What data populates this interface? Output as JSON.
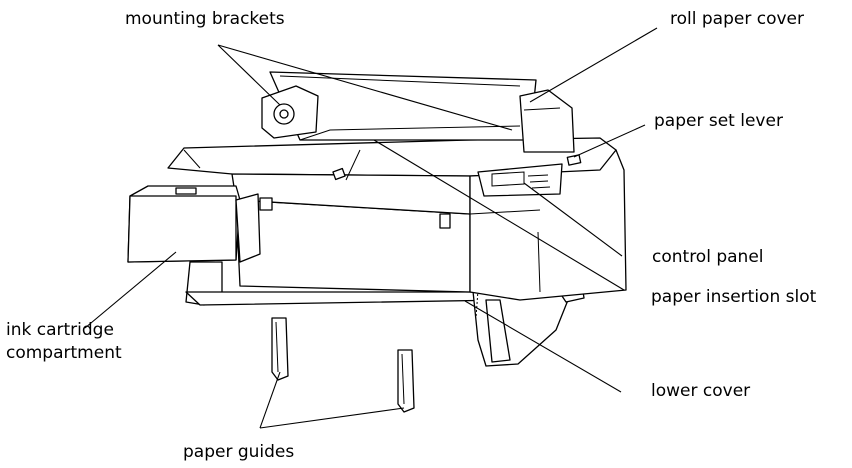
{
  "labels": {
    "mounting_brackets": "mounting brackets",
    "roll_paper_cover": "roll paper cover",
    "paper_set_lever": "paper set lever",
    "control_panel": "control panel",
    "paper_insertion_slot": "paper insertion slot",
    "ink_cartridge_line1": "ink cartridge",
    "ink_cartridge_line2": "compartment",
    "lower_cover": "lower cover",
    "paper_guides": "paper guides"
  }
}
